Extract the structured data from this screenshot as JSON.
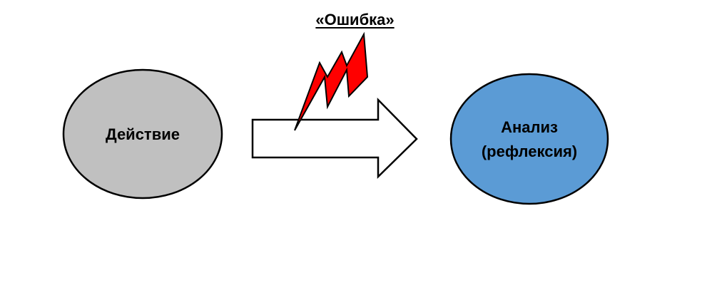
{
  "error": {
    "label": "«Ошибка»",
    "color": "#ff0000"
  },
  "action": {
    "label": "Действие",
    "fill": "#c0c0c0"
  },
  "analysis": {
    "line1": "Анализ",
    "line2": "(рефлексия)",
    "fill": "#5b9bd5"
  },
  "arrow": {
    "fill": "#ffffff"
  },
  "icons": {
    "error_symbol": "lightning-bolt-icon",
    "flow": "right-arrow-icon"
  }
}
